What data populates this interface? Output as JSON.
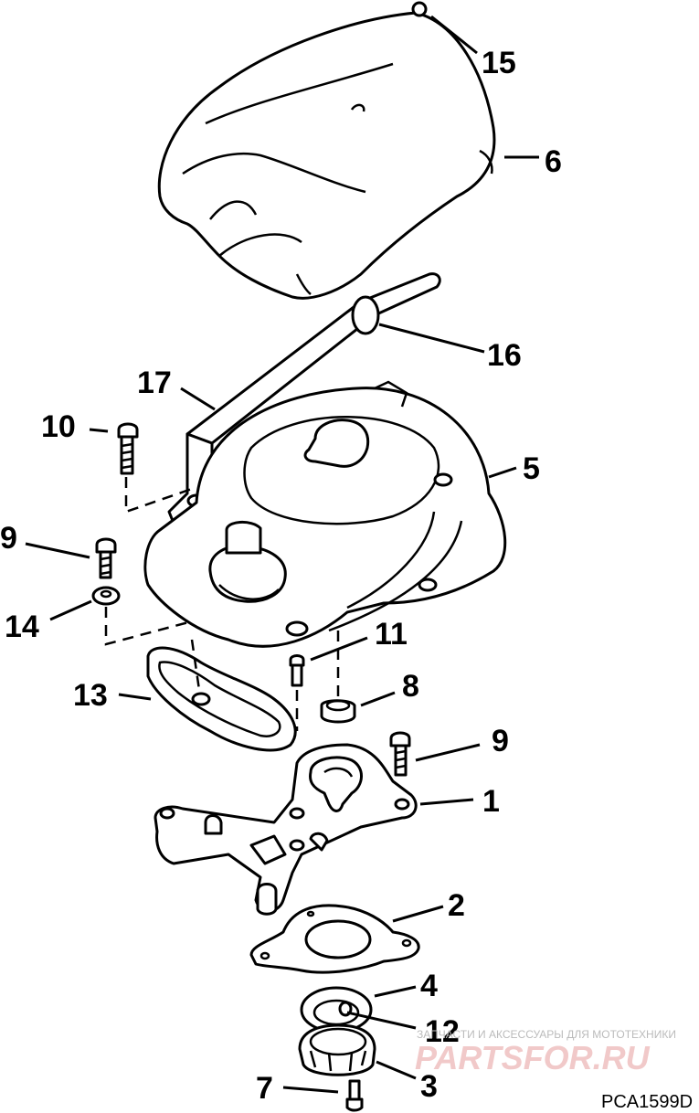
{
  "diagram": {
    "callouts": [
      {
        "id": "15",
        "text": "15"
      },
      {
        "id": "6",
        "text": "6"
      },
      {
        "id": "16",
        "text": "16"
      },
      {
        "id": "17",
        "text": "17"
      },
      {
        "id": "10",
        "text": "10"
      },
      {
        "id": "5",
        "text": "5"
      },
      {
        "id": "9a",
        "text": "9"
      },
      {
        "id": "14",
        "text": "14"
      },
      {
        "id": "11",
        "text": "11"
      },
      {
        "id": "8",
        "text": "8"
      },
      {
        "id": "13",
        "text": "13"
      },
      {
        "id": "9b",
        "text": "9"
      },
      {
        "id": "1",
        "text": "1"
      },
      {
        "id": "2",
        "text": "2"
      },
      {
        "id": "4",
        "text": "4"
      },
      {
        "id": "12",
        "text": "12"
      },
      {
        "id": "7",
        "text": "7"
      },
      {
        "id": "3",
        "text": "3"
      }
    ],
    "reference_code": "PCA1599D"
  },
  "watermark": {
    "tagline": "ЗАПЧАСТИ И АКСЕССУАРЫ ДЛЯ МОТОТЕХНИКИ",
    "brand": "PARTSFOR.RU"
  }
}
